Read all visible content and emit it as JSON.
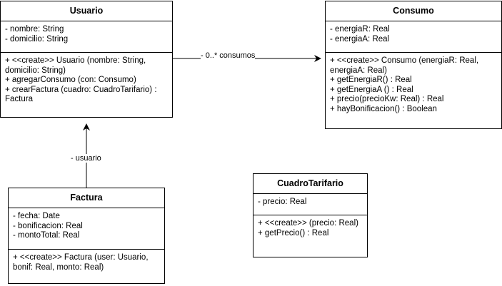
{
  "classes": {
    "usuario": {
      "name": "Usuario",
      "attributes": [
        "- nombre: String",
        "- domicilio: String"
      ],
      "operations": [
        "+ <<create>> Usuario (nombre: String,",
        "domicilio: String)",
        "+ agregarConsumo (con: Consumo)",
        "+ crearFactura (cuadro: CuadroTarifario) :",
        "Factura"
      ]
    },
    "consumo": {
      "name": "Consumo",
      "attributes": [
        "- energiaR: Real",
        "- energiaA: Real"
      ],
      "operations": [
        "+ <<create>> Consumo (energiaR: Real,",
        "energiaA: Real)",
        "+ getEnergiaR() : Real",
        "+ getEnergiaA () : Real",
        "+ precio(precioKw: Real) : Real",
        "+ hayBonificacion() : Boolean"
      ]
    },
    "factura": {
      "name": "Factura",
      "attributes": [
        "- fecha: Date",
        "- bonificacion: Real",
        "- montoTotal: Real"
      ],
      "operations": [
        "+ <<create>> Factura (user: Usuario,",
        "bonif: Real, monto: Real)"
      ]
    },
    "cuadroTarifario": {
      "name": "CuadroTarifario",
      "attributes": [
        "- precio: Real"
      ],
      "operations": [
        "+ <<create>> (precio: Real)",
        "+ getPrecio() : Real"
      ]
    }
  },
  "associations": {
    "consumos_label": "- 0..* consumos",
    "usuario_label": "- usuario"
  },
  "colors": {
    "stroke": "#000000",
    "background": "#ffffff"
  }
}
